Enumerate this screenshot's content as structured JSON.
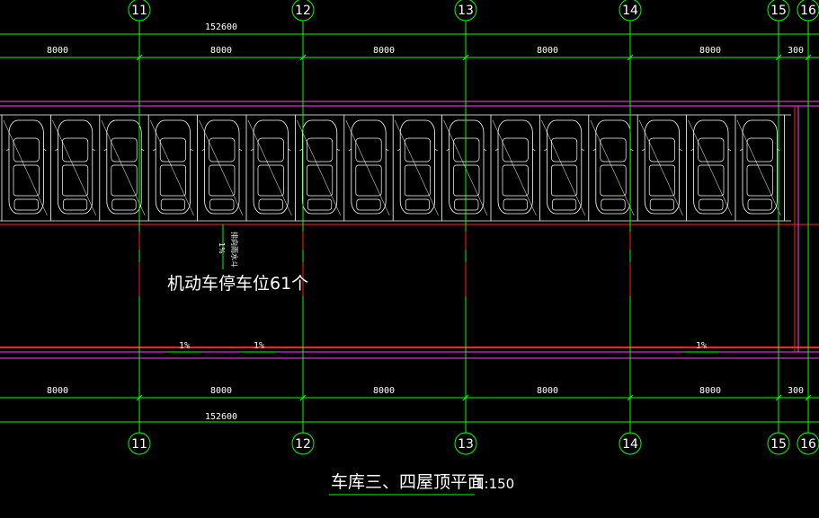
{
  "colors": {
    "background": "#000000",
    "grid_line": "#00ff00",
    "dim_line": "#00ff00",
    "text": "#ffffff",
    "parking": "#ffffff",
    "parking_stripe": "#cccccc",
    "edge_red": "#ff2020",
    "edge_magenta": "#ff40ff",
    "axis_bubble": "#00ff00"
  },
  "axes": [
    {
      "label": "11"
    },
    {
      "label": "12"
    },
    {
      "label": "13"
    },
    {
      "label": "14"
    },
    {
      "label": "15"
    },
    {
      "label": "16"
    }
  ],
  "dimensions": {
    "total": "152600",
    "spans": [
      "8000",
      "8000",
      "8000",
      "8000",
      "8000",
      "300"
    ]
  },
  "slopes": [
    {
      "label": "1%"
    },
    {
      "label": "1%"
    },
    {
      "label": "1%"
    }
  ],
  "vertical_slope": {
    "label": "1%",
    "note": "排向雨水斗"
  },
  "parking_count_label": "机动车停车位61个",
  "parking_stall_count": 16,
  "drawing_title": "车库三、四屋顶平面",
  "drawing_scale": "1:150"
}
